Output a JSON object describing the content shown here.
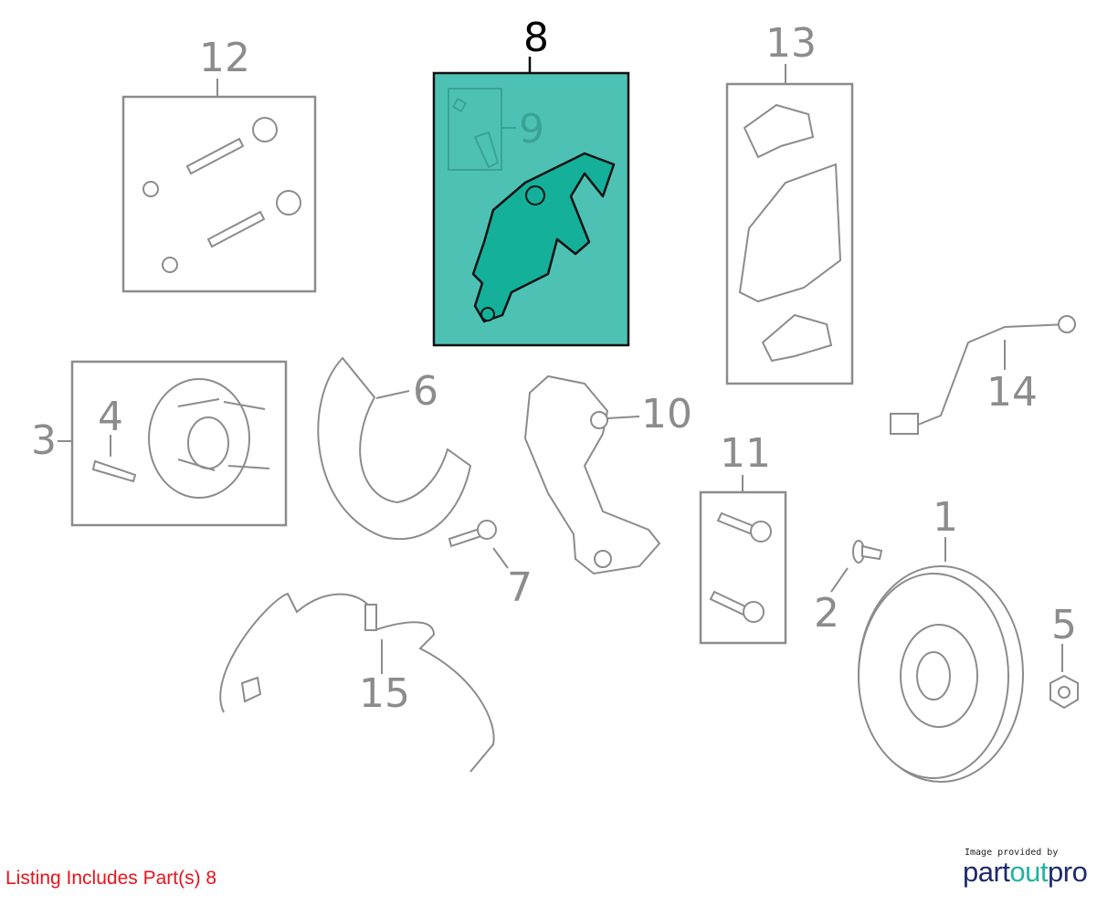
{
  "callouts": {
    "p1": "1",
    "p2": "2",
    "p3": "3",
    "p4": "4",
    "p5": "5",
    "p6": "6",
    "p7": "7",
    "p8": "8",
    "p9": "9",
    "p10": "10",
    "p11": "11",
    "p12": "12",
    "p13": "13",
    "p14": "14",
    "p15": "15"
  },
  "highlighted_part": "8",
  "colors": {
    "highlight_fill": "#4dc2b4",
    "part_fill": "#14b09a",
    "line": "#8c8c8c",
    "caption": "#e8141b"
  },
  "caption": "Listing Includes Part(s) 8",
  "logo": {
    "tagline": "Image provided by",
    "word_part1": "part",
    "word_part2": "out",
    "word_part3": "pro"
  }
}
